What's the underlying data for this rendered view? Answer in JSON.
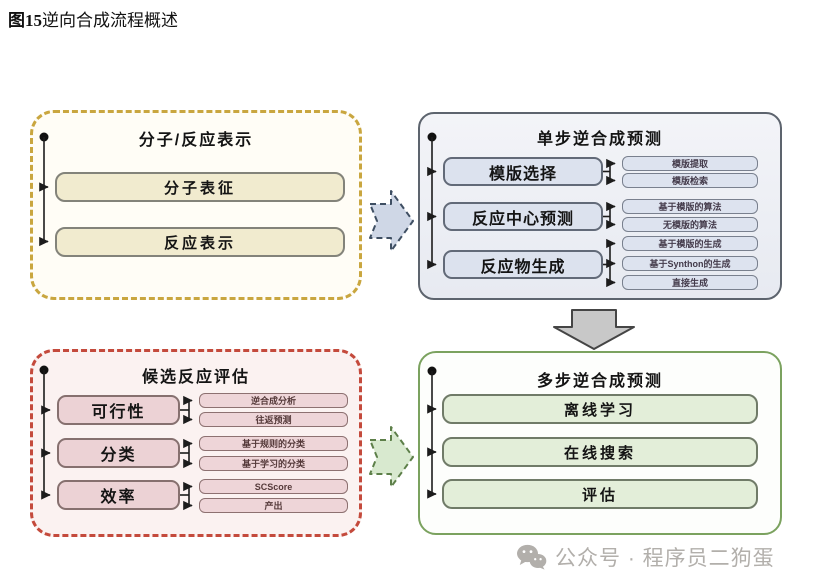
{
  "figure": {
    "label": "图15",
    "title": "逆向合成流程概述"
  },
  "panels": {
    "representation": {
      "title": "分子/反应表示",
      "accent": "#C9A63F",
      "items": [
        "分子表征",
        "反应表示"
      ]
    },
    "single_step": {
      "title": "单步逆合成预测",
      "accent": "#5D646E",
      "groups": [
        {
          "label": "模版选择",
          "subs": [
            "模版提取",
            "模版检索"
          ]
        },
        {
          "label": "反应中心预测",
          "subs": [
            "基于模版的算法",
            "无模版的算法"
          ]
        },
        {
          "label": "反应物生成",
          "subs": [
            "基于模版的生成",
            "基于Synthon的生成",
            "直接生成"
          ]
        }
      ]
    },
    "evaluation": {
      "title": "候选反应评估",
      "accent": "#C44A3C",
      "groups": [
        {
          "label": "可行性",
          "subs": [
            "逆合成分析",
            "往返预测"
          ]
        },
        {
          "label": "分类",
          "subs": [
            "基于规则的分类",
            "基于学习的分类"
          ]
        },
        {
          "label": "效率",
          "subs": [
            "SCScore",
            "产出"
          ]
        }
      ]
    },
    "multi_step": {
      "title": "多步逆合成预测",
      "accent": "#7BA25F",
      "items": [
        "离线学习",
        "在线搜索",
        "评估"
      ]
    }
  },
  "arrows": {
    "representation_to_single_step": "#CFD7E6",
    "single_to_multi_step": "#C8C8C8",
    "evaluation_to_multi_step": "#D8E9CF"
  },
  "watermark": {
    "icon": "wechat-icon",
    "text": "公众号 · 程序员二狗蛋"
  }
}
